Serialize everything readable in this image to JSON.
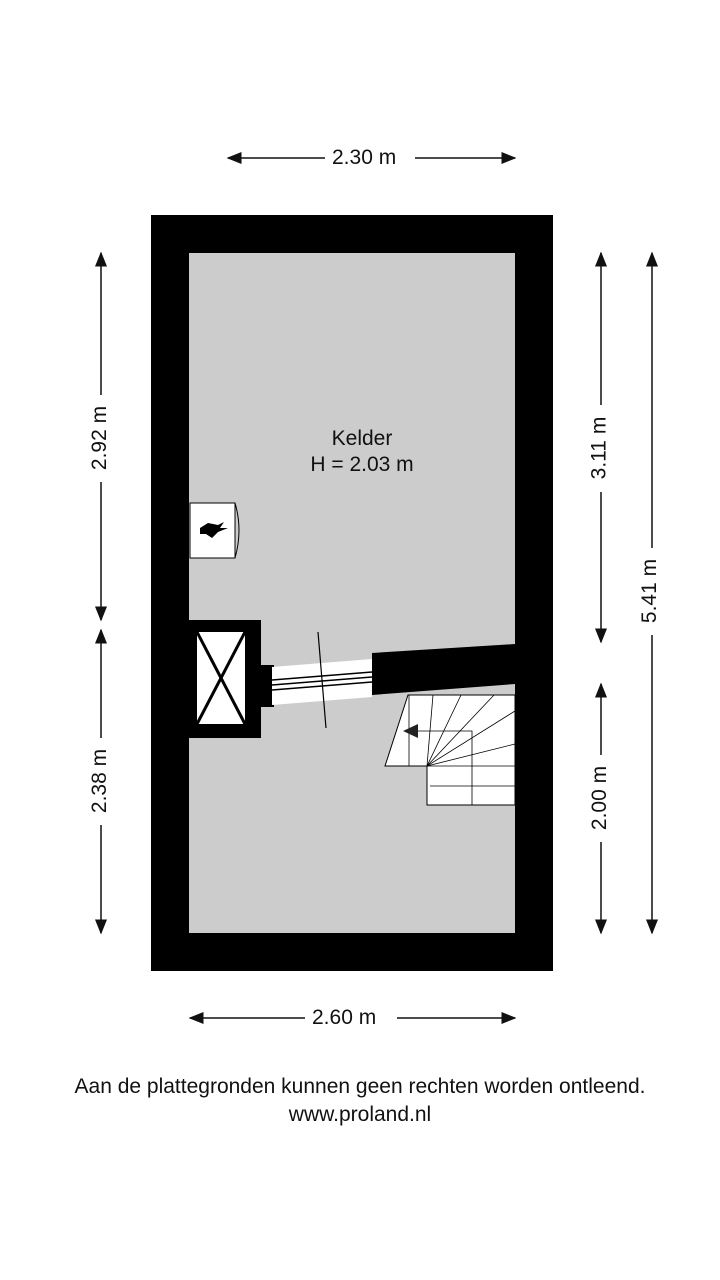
{
  "room": {
    "name": "Kelder",
    "height": "H = 2.03 m"
  },
  "dimensions": {
    "top": "2.30 m",
    "bottom": "2.60 m",
    "left_upper": "2.92 m",
    "left_lower": "2.38 m",
    "right_upper": "3.11 m",
    "right_lower": "2.00 m",
    "right_total": "5.41 m"
  },
  "footer": {
    "disclaimer": "Aan de plattegronden kunnen geen rechten worden ontleend.",
    "website": "www.proland.nl"
  },
  "colors": {
    "wall": "#000000",
    "floor": "#cccccc",
    "background": "#ffffff"
  }
}
